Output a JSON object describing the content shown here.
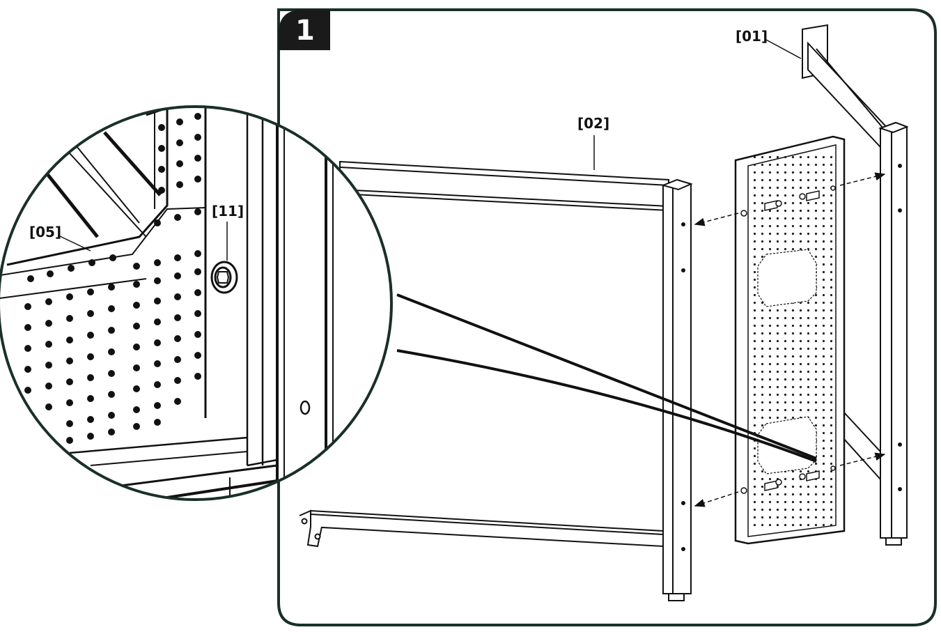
{
  "step": {
    "number": "1"
  },
  "labels": {
    "part_01": "[01]",
    "part_02": "[02]",
    "part_05": "[05]",
    "part_11": "[11]"
  },
  "colors": {
    "frame": "#1a2f2a",
    "line": "#111111",
    "badge_bg": "#1a1a1a"
  }
}
